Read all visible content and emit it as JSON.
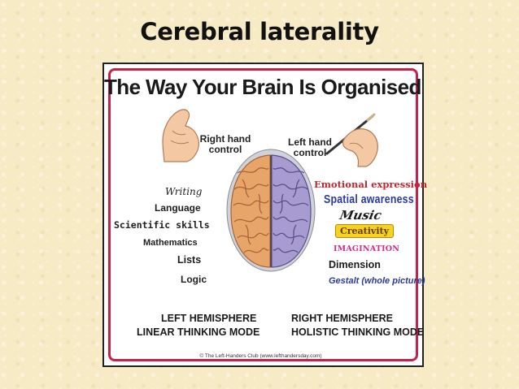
{
  "slide": {
    "title": "Cerebral laterality"
  },
  "graphic": {
    "heading": "The Way Your Brain Is Organised",
    "right_hand_control": [
      "Right hand",
      "control"
    ],
    "left_hand_control": [
      "Left hand",
      "control"
    ],
    "left_traits": [
      "Writing",
      "Language",
      "Scientific skills",
      "Mathematics",
      "Lists",
      "Logic"
    ],
    "right_traits": [
      "Emotional expression",
      "Spatial awareness",
      "Music",
      "Creativity",
      "IMAGINATION",
      "Dimension",
      "Gestalt (whole picture)"
    ],
    "left_hemisphere": [
      "LEFT HEMISPHERE",
      "LINEAR THINKING MODE"
    ],
    "right_hemisphere": [
      "RIGHT HEMISPHERE",
      "HOLISTIC THINKING MODE"
    ],
    "copyright": "© The Left-Handers Club (www.lefthandersday.com)",
    "colors": {
      "border": "#c4224b",
      "left_brain": "#e8a56a",
      "right_brain": "#a79bd0",
      "emotional": "#c8252c",
      "spatial": "#2a3a9c",
      "creativity_bg": "#f5d21c",
      "imagination": "#d02a8c"
    }
  }
}
